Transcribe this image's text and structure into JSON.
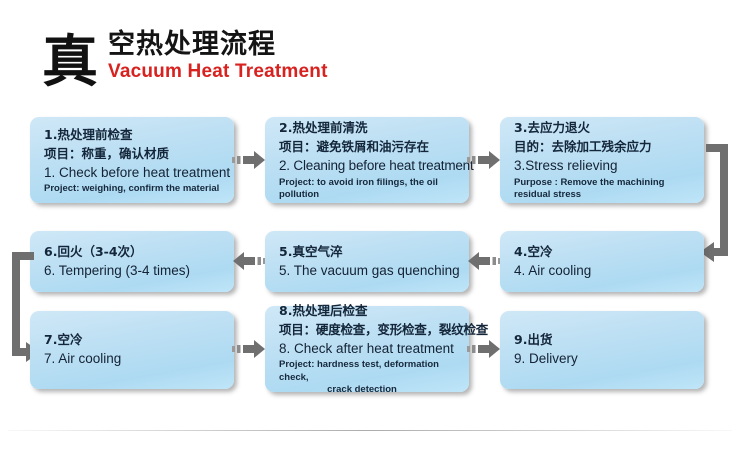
{
  "header": {
    "logo_char": "真",
    "title_cn": "空热处理流程",
    "title_en": "Vacuum Heat Treatment",
    "accent_color": "#d7221f"
  },
  "theme": {
    "box_fill": "#bcdff3",
    "box_fill_light": "#cfe8f7",
    "arrow_color": "#6b6b6b",
    "text_color": "#14263a",
    "page_background": "#ffffff"
  },
  "flow": {
    "steps": [
      {
        "id": "step-1",
        "number": "1",
        "cn_title": "1.热处理前检查",
        "cn_detail": "项目：称重，确认材质",
        "en_title": "1. Check before heat treatment",
        "en_detail": "Project: weighing, confirm the material"
      },
      {
        "id": "step-2",
        "number": "2",
        "cn_title": "2.热处理前清洗",
        "cn_detail": "项目：避免铁屑和油污存在",
        "en_title": "2. Cleaning before heat treatment",
        "en_detail": "Project: to avoid iron filings, the oil pollution"
      },
      {
        "id": "step-3",
        "number": "3",
        "cn_title": "3.去应力退火",
        "cn_detail": "目的：去除加工残余应力",
        "en_title": "3.Stress relieving",
        "en_detail": "Purpose : Remove the machining residual stress"
      },
      {
        "id": "step-4",
        "number": "4",
        "cn_title": "4.空冷",
        "en_title": "4. Air cooling"
      },
      {
        "id": "step-5",
        "number": "5",
        "cn_title": "5.真空气淬",
        "en_title": "5. The vacuum gas quenching"
      },
      {
        "id": "step-6",
        "number": "6",
        "cn_title": "6.回火（3-4次）",
        "en_title": "6. Tempering (3-4 times)"
      },
      {
        "id": "step-7",
        "number": "7",
        "cn_title": "7.空冷",
        "en_title": "7. Air cooling"
      },
      {
        "id": "step-8",
        "number": "8",
        "cn_title": "8.热处理后检查",
        "cn_detail": "项目：硬度检查，变形检查，裂纹检查",
        "en_title": "8. Check after heat treatment",
        "en_detail": "Project: hardness test, deformation check,",
        "en_detail2": "crack detection"
      },
      {
        "id": "step-9",
        "number": "9",
        "cn_title": "9.出货",
        "en_title": "9. Delivery"
      }
    ],
    "connectors": [
      {
        "id": "connector-1-2",
        "direction": "right"
      },
      {
        "id": "connector-2-3",
        "direction": "right"
      },
      {
        "id": "connector-3-4",
        "direction": "wrap-right-down"
      },
      {
        "id": "connector-4-5",
        "direction": "left"
      },
      {
        "id": "connector-5-6",
        "direction": "left"
      },
      {
        "id": "connector-6-7",
        "direction": "wrap-left-down"
      },
      {
        "id": "connector-7-8",
        "direction": "right"
      },
      {
        "id": "connector-8-9",
        "direction": "right"
      }
    ]
  }
}
